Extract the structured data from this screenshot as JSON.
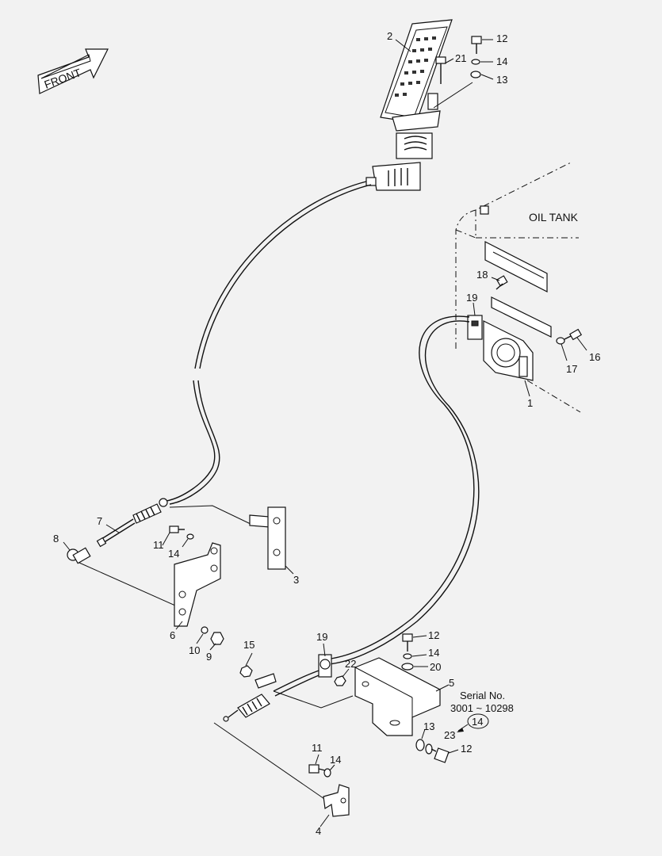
{
  "front_arrow": {
    "label": "FRONT"
  },
  "oil_tank": {
    "label": "OIL TANK"
  },
  "serial_note": {
    "line1": "Serial No.",
    "line2": "3001 ~ 10298",
    "ref": "14"
  },
  "callouts": {
    "c1": "1",
    "c2": "2",
    "c3": "3",
    "c4": "4",
    "c5": "5",
    "c6": "6",
    "c7": "7",
    "c8": "8",
    "c9": "9",
    "c10": "10",
    "c11a": "11",
    "c11b": "11",
    "c12a": "12",
    "c12b": "12",
    "c12c": "12",
    "c13a": "13",
    "c13b": "13",
    "c14a": "14",
    "c14b": "14",
    "c14c": "14",
    "c14d": "14",
    "c15": "15",
    "c16": "16",
    "c17": "17",
    "c18": "18",
    "c19a": "19",
    "c19b": "19",
    "c20": "20",
    "c21": "21",
    "c22": "22",
    "c23": "23"
  }
}
